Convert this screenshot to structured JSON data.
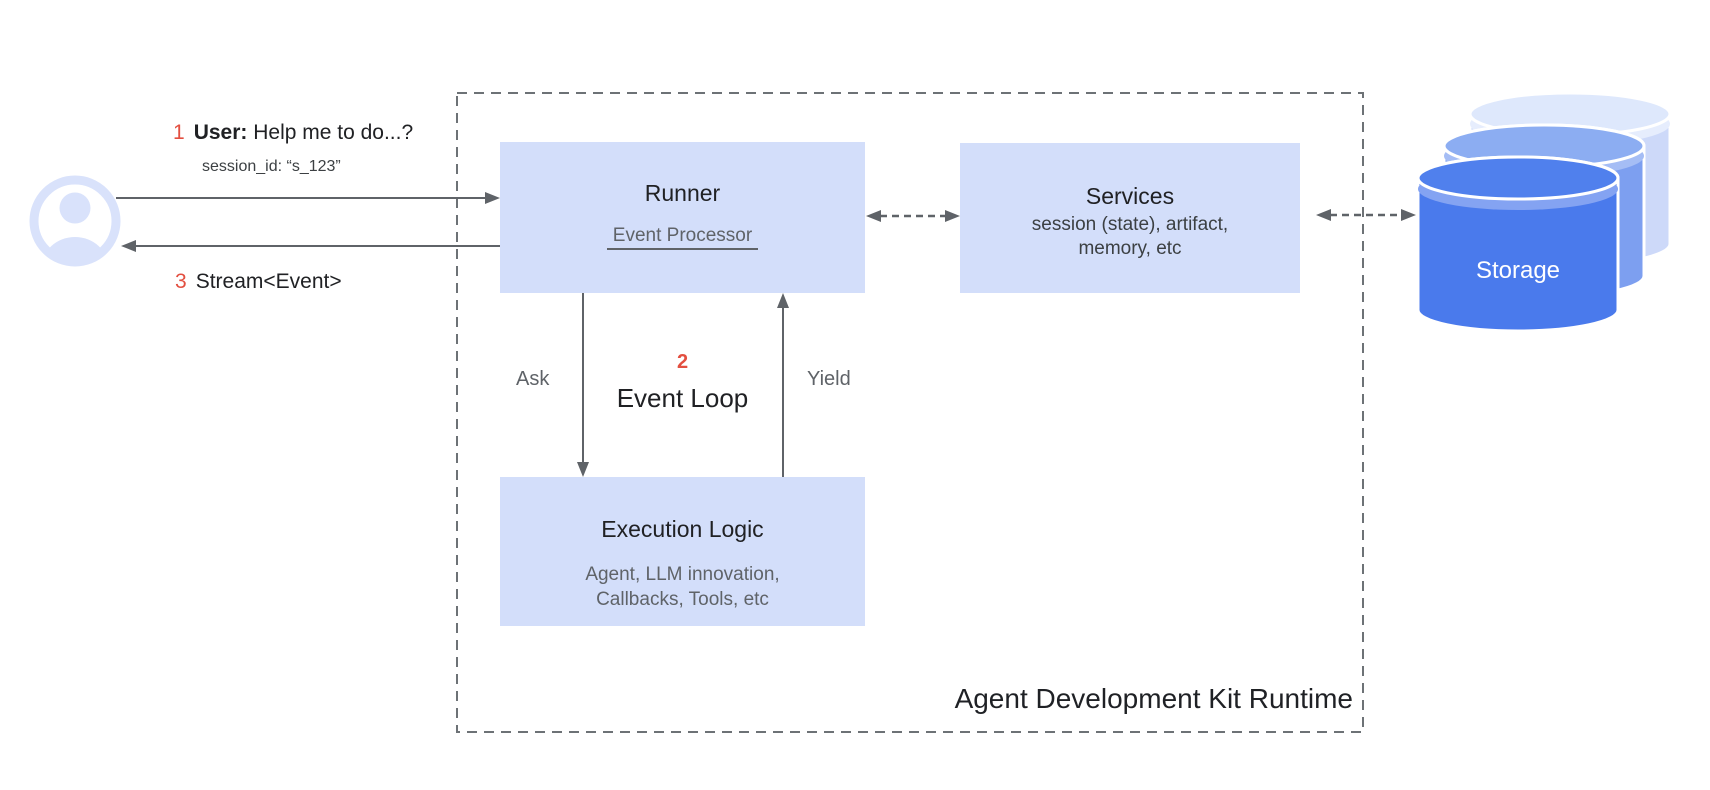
{
  "palette": {
    "box_blue": "#d3defa",
    "accent_red": "#e34f40",
    "text_dark": "#202124",
    "text_gray": "#5f6368",
    "line_gray": "#5f6368",
    "boundary_gray": "#6d7276",
    "storage_front_blue": "#4a7aec",
    "storage_mid_blue": "#7d9ff0",
    "storage_back_blue": "#cdd9f9",
    "avatar_blue": "#d9e2fb"
  },
  "icons": {
    "user": "account-circle-icon",
    "storage": "database-cylinder-stack-icon"
  },
  "user_flow": {
    "step1_number": "1",
    "step1_bold": "User:",
    "step1_text": "Help me to do...?",
    "session_line": "session_id: “s_123”",
    "step3_number": "3",
    "step3_text": "Stream<Event>"
  },
  "runner": {
    "title": "Runner",
    "event_processor_label": "Event Processor"
  },
  "services": {
    "title": "Services",
    "subtitle_line1": "session (state), artifact,",
    "subtitle_line2": "memory, etc"
  },
  "execution_logic": {
    "title": "Execution Logic",
    "subtitle_line1": "Agent, LLM innovation,",
    "subtitle_line2": "Callbacks, Tools, etc"
  },
  "event_loop": {
    "step_number": "2",
    "label": "Event Loop",
    "ask_label": "Ask",
    "yield_label": "Yield"
  },
  "storage": {
    "label": "Storage"
  },
  "runtime_boundary": {
    "label": "Agent Development Kit Runtime"
  }
}
